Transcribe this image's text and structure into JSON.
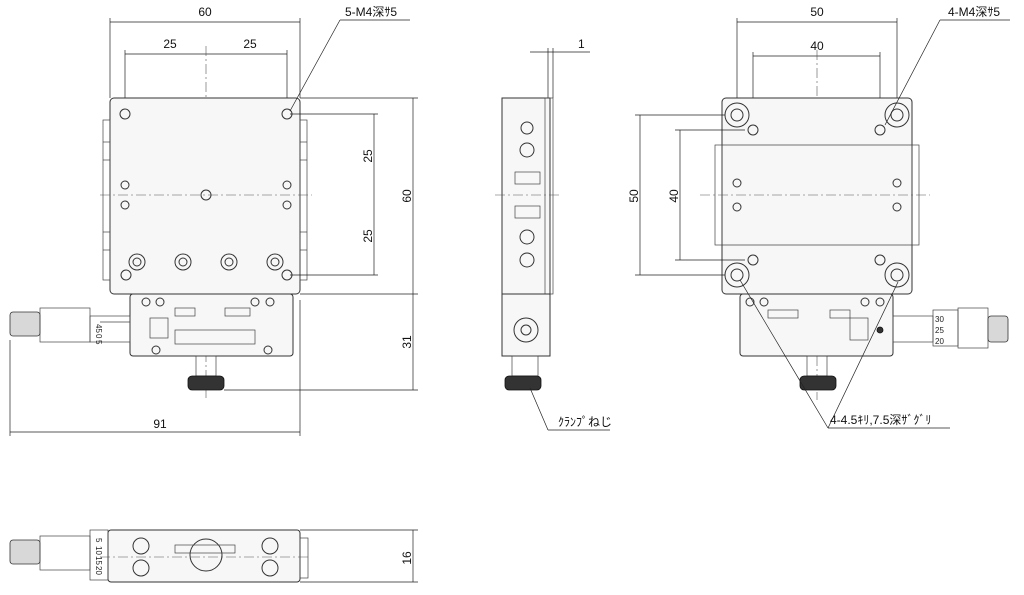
{
  "labels": {
    "front_width": "60",
    "front_hole_pitch_left": "25",
    "front_hole_pitch_right": "25",
    "front_tap_note": "5-M4深ｻ5",
    "front_height": "60",
    "front_v_pitch_upper": "25",
    "front_v_pitch_lower": "25",
    "micrometer_offset": "31",
    "overall_width": "91",
    "side_thickness": "1",
    "clamp_screw": "ｸﾗﾝﾌﾟねじ",
    "rear_width": "50",
    "rear_inner_width": "40",
    "rear_tap_note": "4-M4深ｻ5",
    "rear_height": "50",
    "rear_inner_height": "40",
    "rear_counterbore_note": "4-4.5ｷﾘ,7.5深ｻﾞｸﾞﾘ",
    "bottom_height": "16"
  },
  "scales": {
    "front_thimble": [
      "45",
      "0",
      "5"
    ],
    "rear_thimble": [
      "30",
      "25",
      "20"
    ],
    "bottom_thimble": [
      "5",
      "10",
      "15",
      "20"
    ]
  }
}
